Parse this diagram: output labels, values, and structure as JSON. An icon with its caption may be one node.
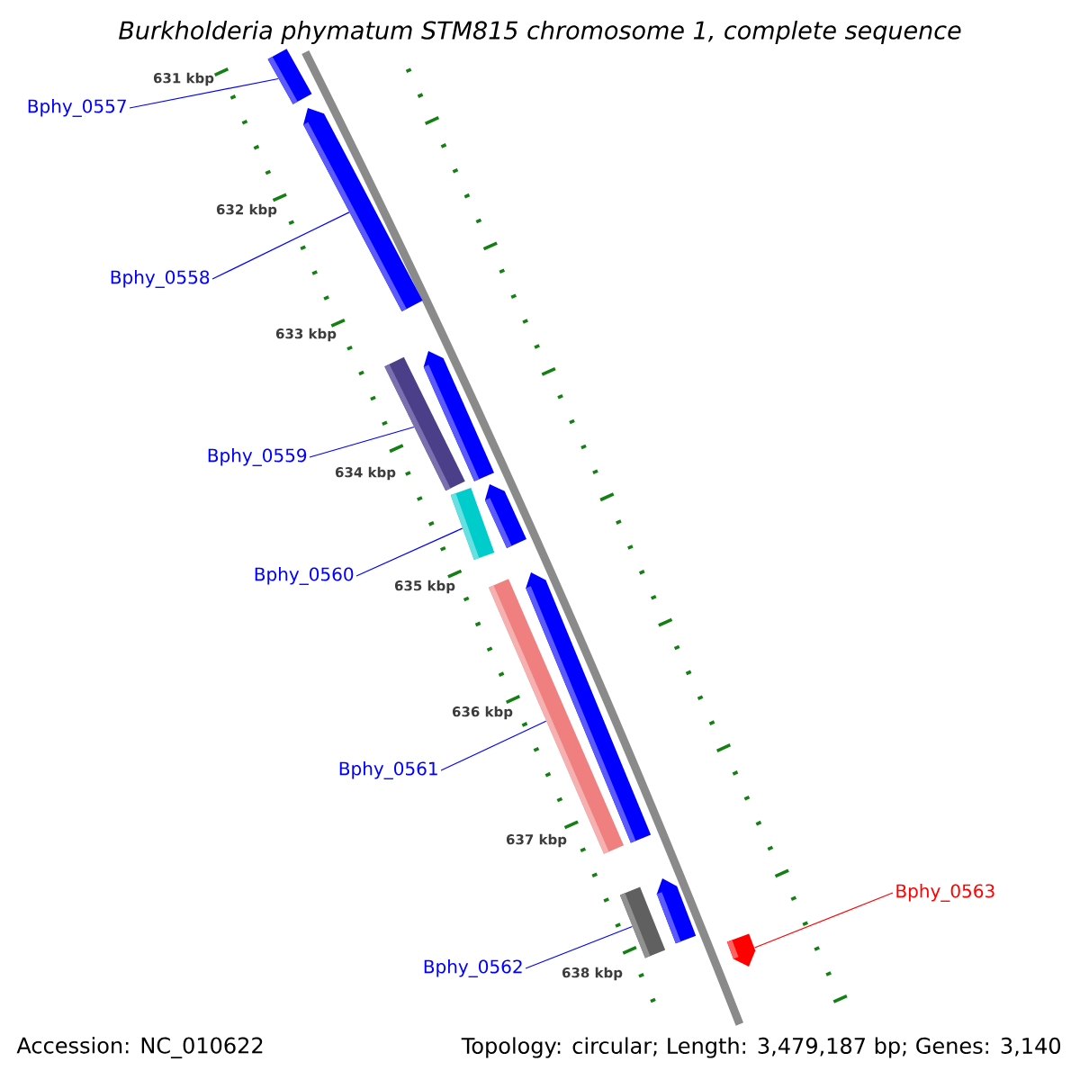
{
  "diagram": {
    "title": "Burkholderia phymatum STM815 chromosome 1, complete sequence",
    "nodes": [
      {
        "text": [
          "Bphy_0557"
        ]
      },
      {
        "text": [
          "Bphy_0558"
        ]
      },
      {
        "text": [
          "Bphy_0559"
        ]
      },
      {
        "text": [
          "Bphy_0560"
        ]
      },
      {
        "text": [
          "Bphy_0561"
        ]
      },
      {
        "text": [
          "Bphy_0562"
        ]
      },
      {
        "text": [
          "Bphy_0563"
        ]
      },
      {
        "text": [],
        "shape": "bar"
      },
      {
        "text": [],
        "shape": "pentagon"
      },
      {
        "text": [],
        "shape": "bar"
      },
      {
        "text": [],
        "shape": "pentagon"
      },
      {
        "text": [],
        "shape": "bar"
      },
      {
        "text": [],
        "shape": "pentagon"
      },
      {
        "text": [],
        "shape": "bar"
      },
      {
        "text": [],
        "shape": "pentagon"
      },
      {
        "text": [],
        "shape": "bar"
      },
      {
        "text": [],
        "shape": "pentagon"
      },
      {
        "text": [],
        "shape": "pentagon"
      }
    ],
    "edges": [
      {
        "from": 0,
        "to": 7,
        "arrow": "none"
      },
      {
        "from": 1,
        "to": 8,
        "arrow": "none"
      },
      {
        "from": 2,
        "to": 9,
        "arrow": "none"
      },
      {
        "from": 3,
        "to": 11,
        "arrow": "none"
      },
      {
        "from": 4,
        "to": 13,
        "arrow": "none"
      },
      {
        "from": 5,
        "to": 15,
        "arrow": "none"
      },
      {
        "from": 6,
        "to": 17,
        "arrow": "none",
        "color": "#ff0000"
      }
    ],
    "labels": [
      "631 kbp",
      "632 kbp",
      "633 kbp",
      "634 kbp",
      "635 kbp",
      "636 kbp",
      "637 kbp",
      "638 kbp",
      "Accession: NC_010622",
      "Topology: circular; Length: 3,479,187 bp; Genes: 3,140"
    ]
  }
}
